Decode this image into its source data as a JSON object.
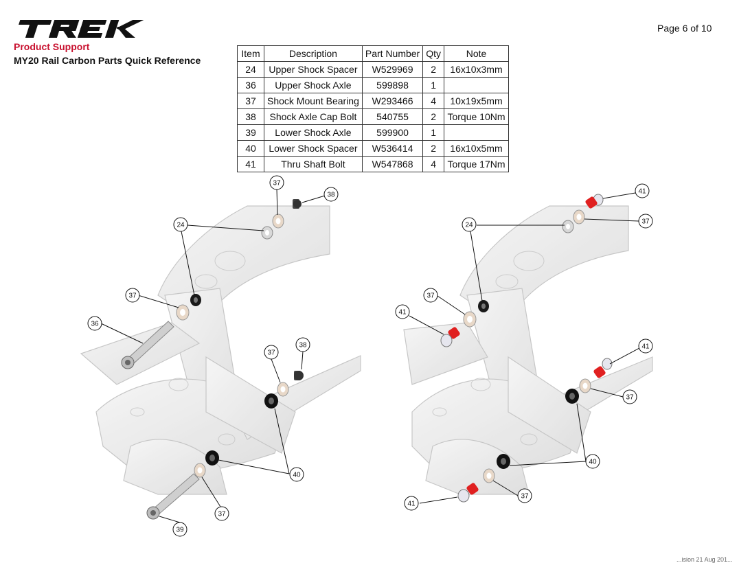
{
  "header": {
    "logo_text": "TREK",
    "subtitle": "Product Support",
    "title": "MY20 Rail Carbon Parts Quick Reference",
    "page_label": "Page 6 of 10"
  },
  "table": {
    "columns": [
      "Item",
      "Description",
      "Part Number",
      "Qty",
      "Note"
    ],
    "rows": [
      [
        "24",
        "Upper Shock Spacer",
        "W529969",
        "2",
        "16x10x3mm"
      ],
      [
        "36",
        "Upper Shock Axle",
        "599898",
        "1",
        ""
      ],
      [
        "37",
        "Shock Mount Bearing",
        "W293466",
        "4",
        "10x19x5mm"
      ],
      [
        "38",
        "Shock Axle Cap Bolt",
        "540755",
        "2",
        "Torque 10Nm"
      ],
      [
        "39",
        "Lower Shock Axle",
        "599900",
        "1",
        ""
      ],
      [
        "40",
        "Lower Shock Spacer",
        "W536414",
        "2",
        "16x10x5mm"
      ],
      [
        "41",
        "Thru Shaft Bolt",
        "W547868",
        "4",
        "Torque 17Nm"
      ]
    ]
  },
  "callouts": {
    "left": [
      "37",
      "38",
      "24",
      "37",
      "36",
      "38",
      "37",
      "40",
      "37",
      "39"
    ],
    "right": [
      "41",
      "24",
      "37",
      "37",
      "41",
      "41",
      "37",
      "40",
      "41",
      "37"
    ]
  },
  "footer_fragment": "...ision 21 Aug 201..."
}
